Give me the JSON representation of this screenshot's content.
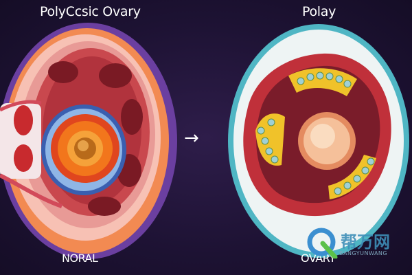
{
  "titles": {
    "left": "PolyCcsic Ovary",
    "right": "Polay"
  },
  "captions": {
    "left": "NORAL",
    "right": "OVARY"
  },
  "arrow": "→",
  "watermark": {
    "logo_text": "帮万网",
    "sub_text": "BANGYUNWANG"
  },
  "colors": {
    "background": "#1d1233",
    "left_rim": "#6b3fa0",
    "right_rim": "#4fb6c4",
    "tissue_red": "#b8333a",
    "follicle_orange": "#f2761c"
  }
}
